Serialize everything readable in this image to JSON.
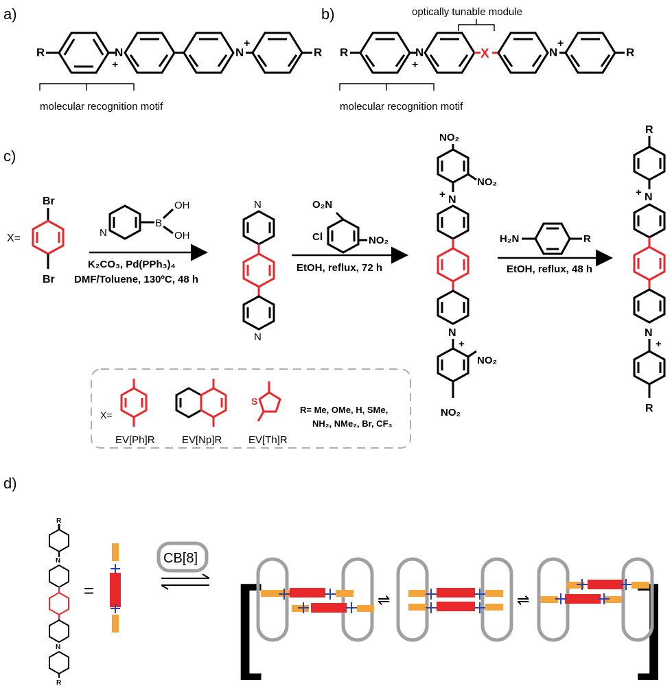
{
  "panels": {
    "a": {
      "label": "a)",
      "r_left": "R",
      "r_right": "R",
      "n_left": "N",
      "n_right": "N",
      "plus_left": "+",
      "plus_right": "+",
      "caption": "molecular recognition motif"
    },
    "b": {
      "label": "b)",
      "tunable": "optically tunable module",
      "x": "X",
      "r_left": "R",
      "r_right": "R",
      "n_left": "N",
      "n_right": "N",
      "plus_left": "+",
      "plus_right": "+",
      "caption": "molecular recognition motif"
    },
    "c": {
      "label": "c)",
      "x_eq": "X=",
      "br_top": "Br",
      "br_bottom": "Br",
      "step1": {
        "oh1": "OH",
        "oh2": "OH",
        "b": "B",
        "n": "N",
        "line1": "K₂CO₃, Pd(PPh₃)₄",
        "line2": "DMF/Toluene, 130ºC, 48 h"
      },
      "bipy_n_top": "N",
      "bipy_n_bottom": "N",
      "step2": {
        "o2n": "O₂N",
        "cl": "Cl",
        "no2": "NO₂",
        "conditions": "EtOH, reflux, 72 h"
      },
      "zincke": {
        "no2_top": "NO₂",
        "no2_top2": "NO₂",
        "n_top": "N",
        "plus_top": "+",
        "n_bottom": "N",
        "plus_bottom": "+",
        "no2_bot2": "NO₂",
        "no2_bot": "NO₂"
      },
      "step3": {
        "h2n": "H₂N",
        "r": "R",
        "conditions": "EtOH, reflux, 48 h"
      },
      "product": {
        "r_top": "R",
        "n_top": "N",
        "plus_top": "+",
        "n_bottom": "N",
        "plus_bottom": "+",
        "r_bottom": "R"
      },
      "box": {
        "x_eq": "X=",
        "s": "S",
        "names": [
          "EV[Ph]R",
          "EV[Np]R",
          "EV[Th]R"
        ],
        "r_line1": "R= Me, OMe, H, SMe,",
        "r_line2": "NH₂, NMe₂, Br, CF₃"
      }
    },
    "d": {
      "label": "d)",
      "r_top": "R",
      "r_bottom": "R",
      "n_top": "N",
      "n_bottom": "N",
      "plus": "+",
      "equals": "=",
      "cb8": "CB[8]",
      "bracket_left": "[",
      "bracket_right": "]",
      "eq_arrow": "⇌"
    }
  },
  "colors": {
    "red": "#e8282b",
    "orange": "#f4a53a",
    "blue": "#2f3fb0",
    "gray": "#a0a0a0",
    "dash": "#b0b0b0"
  }
}
